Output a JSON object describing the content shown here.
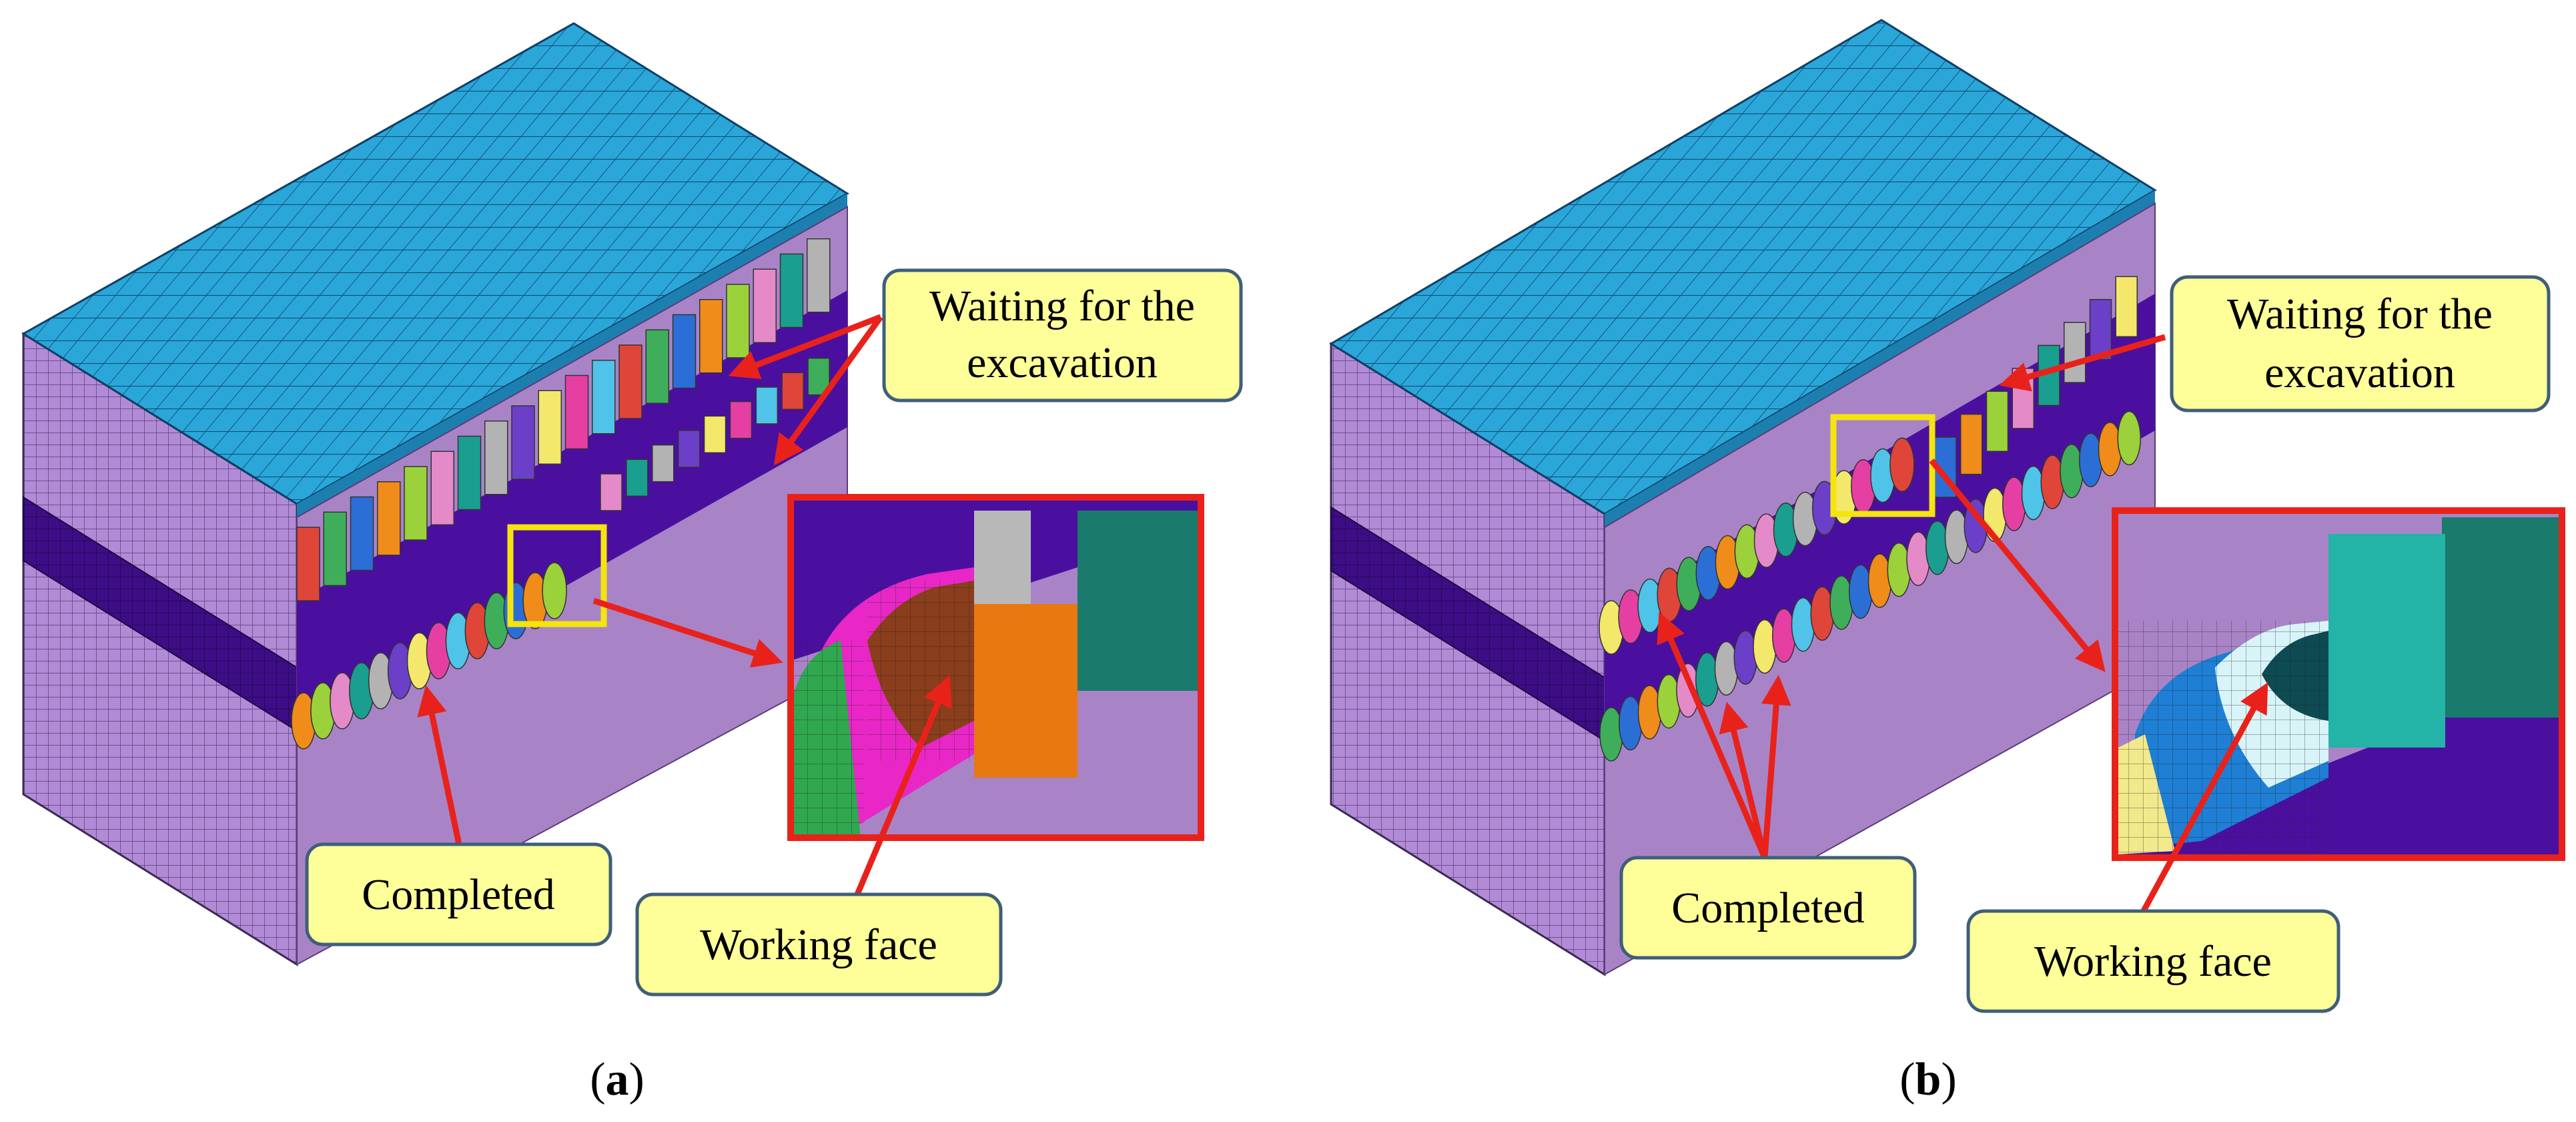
{
  "panels": [
    {
      "id": "a",
      "caption_open": "(",
      "caption_letter": "a",
      "caption_close": ")",
      "callouts": {
        "waiting": [
          "Waiting for the",
          "excavation"
        ],
        "completed": "Completed",
        "working": "Working face"
      }
    },
    {
      "id": "b",
      "caption_open": "(",
      "caption_letter": "b",
      "caption_close": ")",
      "callouts": {
        "waiting": [
          "Waiting for the",
          "excavation"
        ],
        "completed": "Completed",
        "working": "Working face"
      }
    }
  ],
  "colors": {
    "top_mesh": "#2aa6d9",
    "side_mesh": "#b18bd6",
    "front_block": "#a884c7",
    "coal_seam": "#4b0fa0",
    "callout_fill": "#ffff99",
    "callout_border": "#3e5f7a",
    "arrow": "#e8221b",
    "highlight_box": "#f5e50c",
    "zoom_frame": "#e8221b"
  },
  "segment_palette": [
    "#e0453a",
    "#3fae5a",
    "#2b6fd6",
    "#f08c1a",
    "#9bd13a",
    "#e58ac9",
    "#1a9e8f",
    "#b3b3b3",
    "#6c3fc8",
    "#f3e86b",
    "#e63fa4",
    "#4fc3e8"
  ]
}
